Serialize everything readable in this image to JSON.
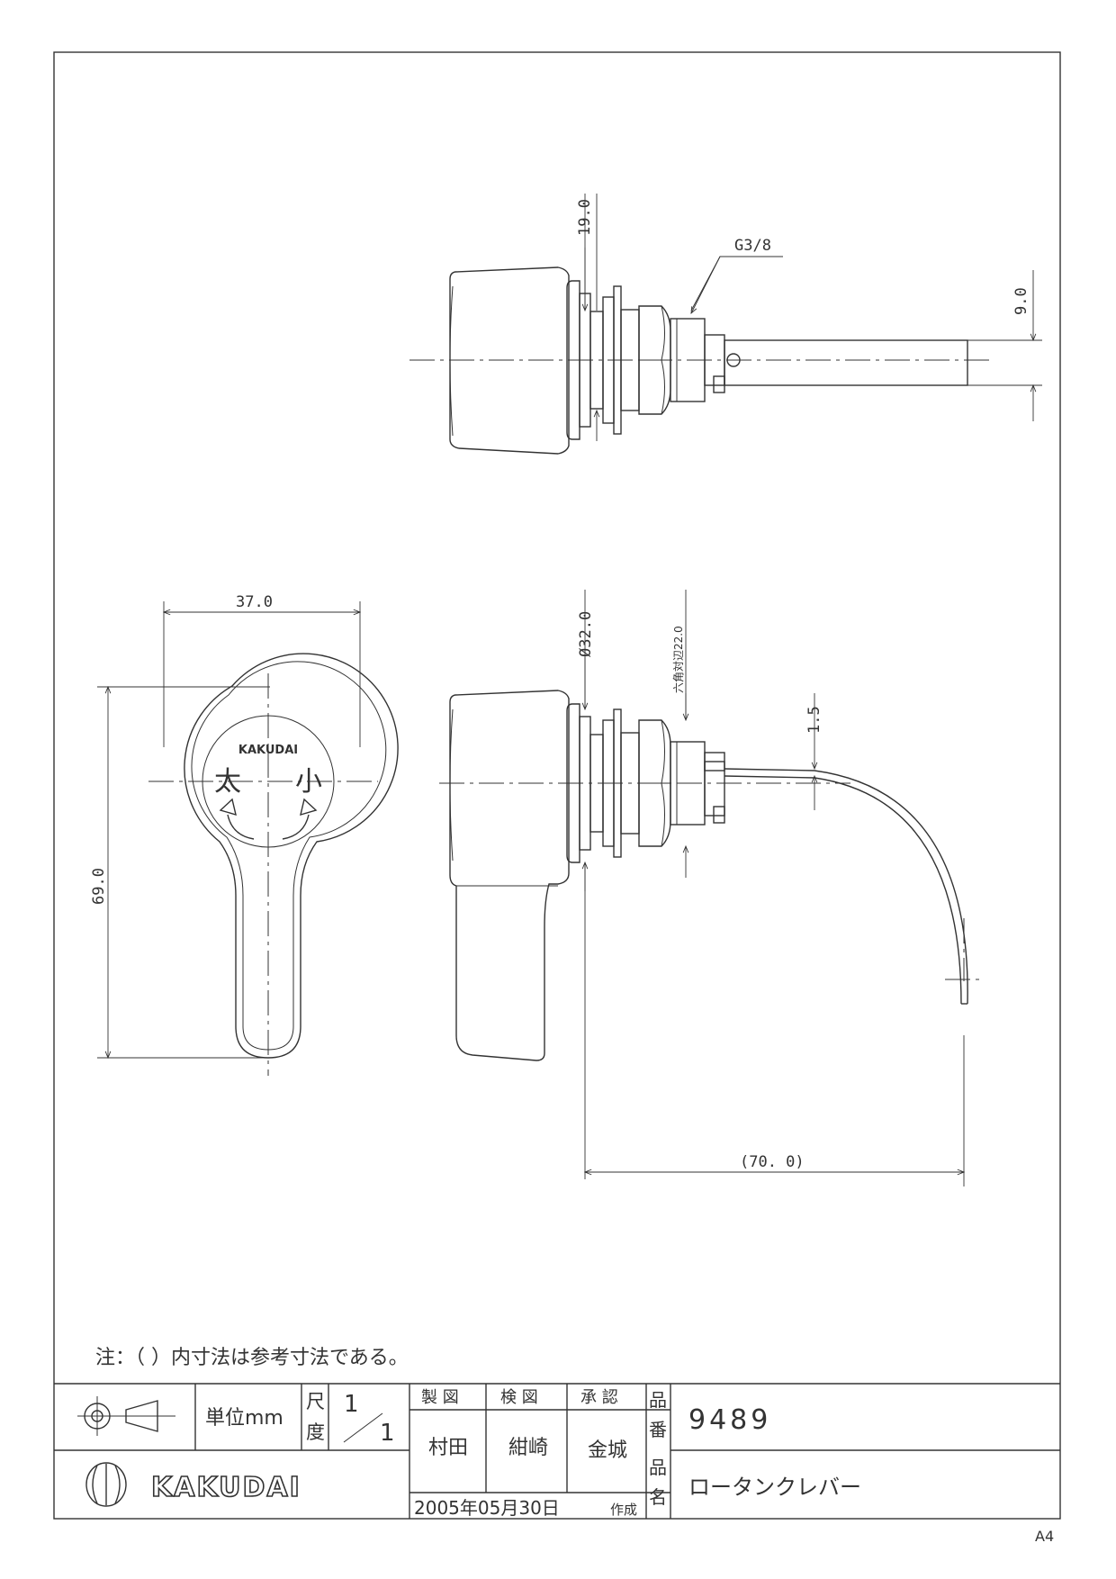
{
  "dimensions": {
    "top_flange": "19.0",
    "thread": "G3/8",
    "shaft_dia": "9.0",
    "width": "37.0",
    "height": "69.0",
    "flange_dia": "Ø32.0",
    "hex": "六角対辺22.0",
    "wire": "1.5",
    "reach": "(70. 0)"
  },
  "handle_face": {
    "brand": "KAKUDAI",
    "large": "太",
    "small": "小"
  },
  "note": "注：（ ）内寸法は参考寸法である。",
  "title_block": {
    "unit_label": "単位mm",
    "scale_label_1": "尺",
    "scale_label_2": "度",
    "scale_num": "1",
    "scale_den": "1",
    "drawn_label": "製 図",
    "checked_label": "検 図",
    "approved_label": "承 認",
    "drawn_by": "村田",
    "checked_by": "紺崎",
    "approved_by": "金城",
    "date": "2005年05月30日",
    "created_label": "作成",
    "part_no_label_1": "品",
    "part_no_label_2": "番",
    "part_no": "9489",
    "part_name_label_1": "品",
    "part_name_label_2": "名",
    "part_name": "ロータンクレバー",
    "company": "KAKUDAI",
    "paper_size": "A4"
  }
}
